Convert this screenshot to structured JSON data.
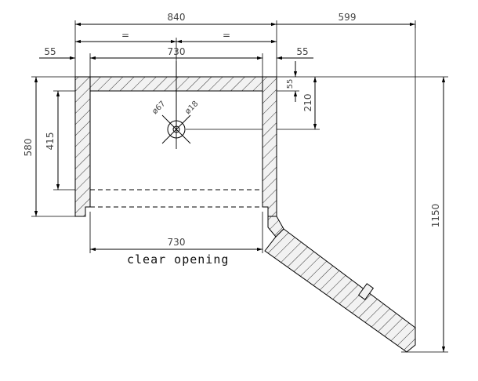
{
  "dimensions": {
    "overall_width": "840",
    "door_extension": "599",
    "equal_left": "=",
    "equal_right": "=",
    "wall_left": "55",
    "inner_width": "730",
    "wall_right": "55",
    "wall_top": "55",
    "drain_offset": "210",
    "depth": "580",
    "drain_depth": "415",
    "total_depth": "1150",
    "clear_opening_width": "730"
  },
  "drain": {
    "outer_diameter": "ø67",
    "inner_diameter": "ø18"
  },
  "caption": "clear opening"
}
